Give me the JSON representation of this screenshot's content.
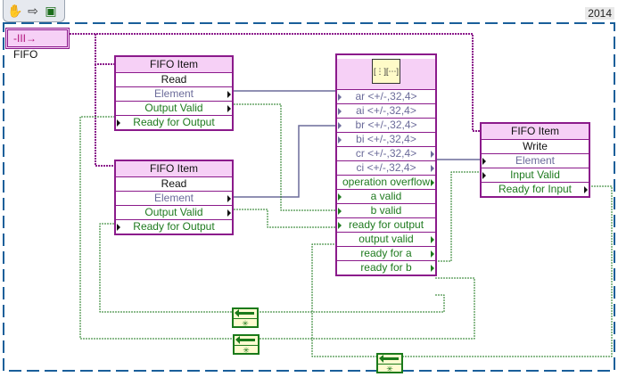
{
  "toolbar": {
    "icons": [
      {
        "name": "hand-icon",
        "glyph": "✋"
      },
      {
        "name": "arrow-right-icon",
        "glyph": "⇨"
      },
      {
        "name": "highlight-icon",
        "glyph": "▣"
      }
    ]
  },
  "loop": {
    "label": "2014"
  },
  "fifo_constant": {
    "icon": "-III→",
    "label": "FIFO"
  },
  "read_node_1": {
    "title": "FIFO Item",
    "method": "Read",
    "rows": [
      "Element",
      "Output Valid",
      "Ready for Output"
    ]
  },
  "read_node_2": {
    "title": "FIFO Item",
    "method": "Read",
    "rows": [
      "Element",
      "Output Valid",
      "Ready for Output"
    ]
  },
  "write_node": {
    "title": "FIFO Item",
    "method": "Write",
    "rows": [
      "Element",
      "Input Valid",
      "Ready for Input"
    ]
  },
  "ip_node": {
    "icon": "[⋮][⋯]",
    "rows": [
      "ar <+/-,32,4>",
      "ai <+/-,32,4>",
      "br <+/-,32,4>",
      "bi <+/-,32,4>",
      "cr <+/-,32,4>",
      "ci <+/-,32,4>",
      "operation overflow",
      "a valid",
      "b valid",
      "ready for output",
      "output valid",
      "ready for a",
      "ready for b"
    ]
  },
  "feedback_nodes": [
    {
      "symbol": "✳"
    },
    {
      "symbol": "✳"
    },
    {
      "symbol": "✳"
    }
  ],
  "colors": {
    "fifo_wire": "#8b1a8b",
    "fxp_wire": "#6b6b9a",
    "bool_wire": "#1e7a1e",
    "loop_border": "#1a5f9a"
  }
}
